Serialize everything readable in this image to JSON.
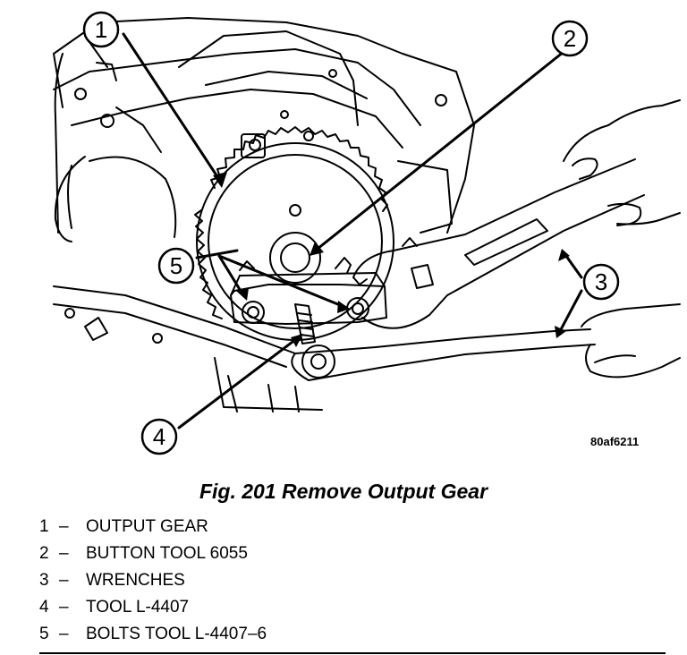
{
  "figure": {
    "title": "Fig. 201 Remove Output Gear",
    "drawing_id": "80af6211"
  },
  "callouts": [
    {
      "number": "1"
    },
    {
      "number": "2"
    },
    {
      "number": "3"
    },
    {
      "number": "4"
    },
    {
      "number": "5"
    }
  ],
  "legend": [
    {
      "number": "1",
      "dash": "–",
      "label": "OUTPUT GEAR"
    },
    {
      "number": "2",
      "dash": "–",
      "label": "BUTTON TOOL 6055"
    },
    {
      "number": "3",
      "dash": "–",
      "label": "WRENCHES"
    },
    {
      "number": "4",
      "dash": "–",
      "label": "TOOL L-4407"
    },
    {
      "number": "5",
      "dash": "–",
      "label": "BOLTS TOOL L-4407–6"
    }
  ]
}
